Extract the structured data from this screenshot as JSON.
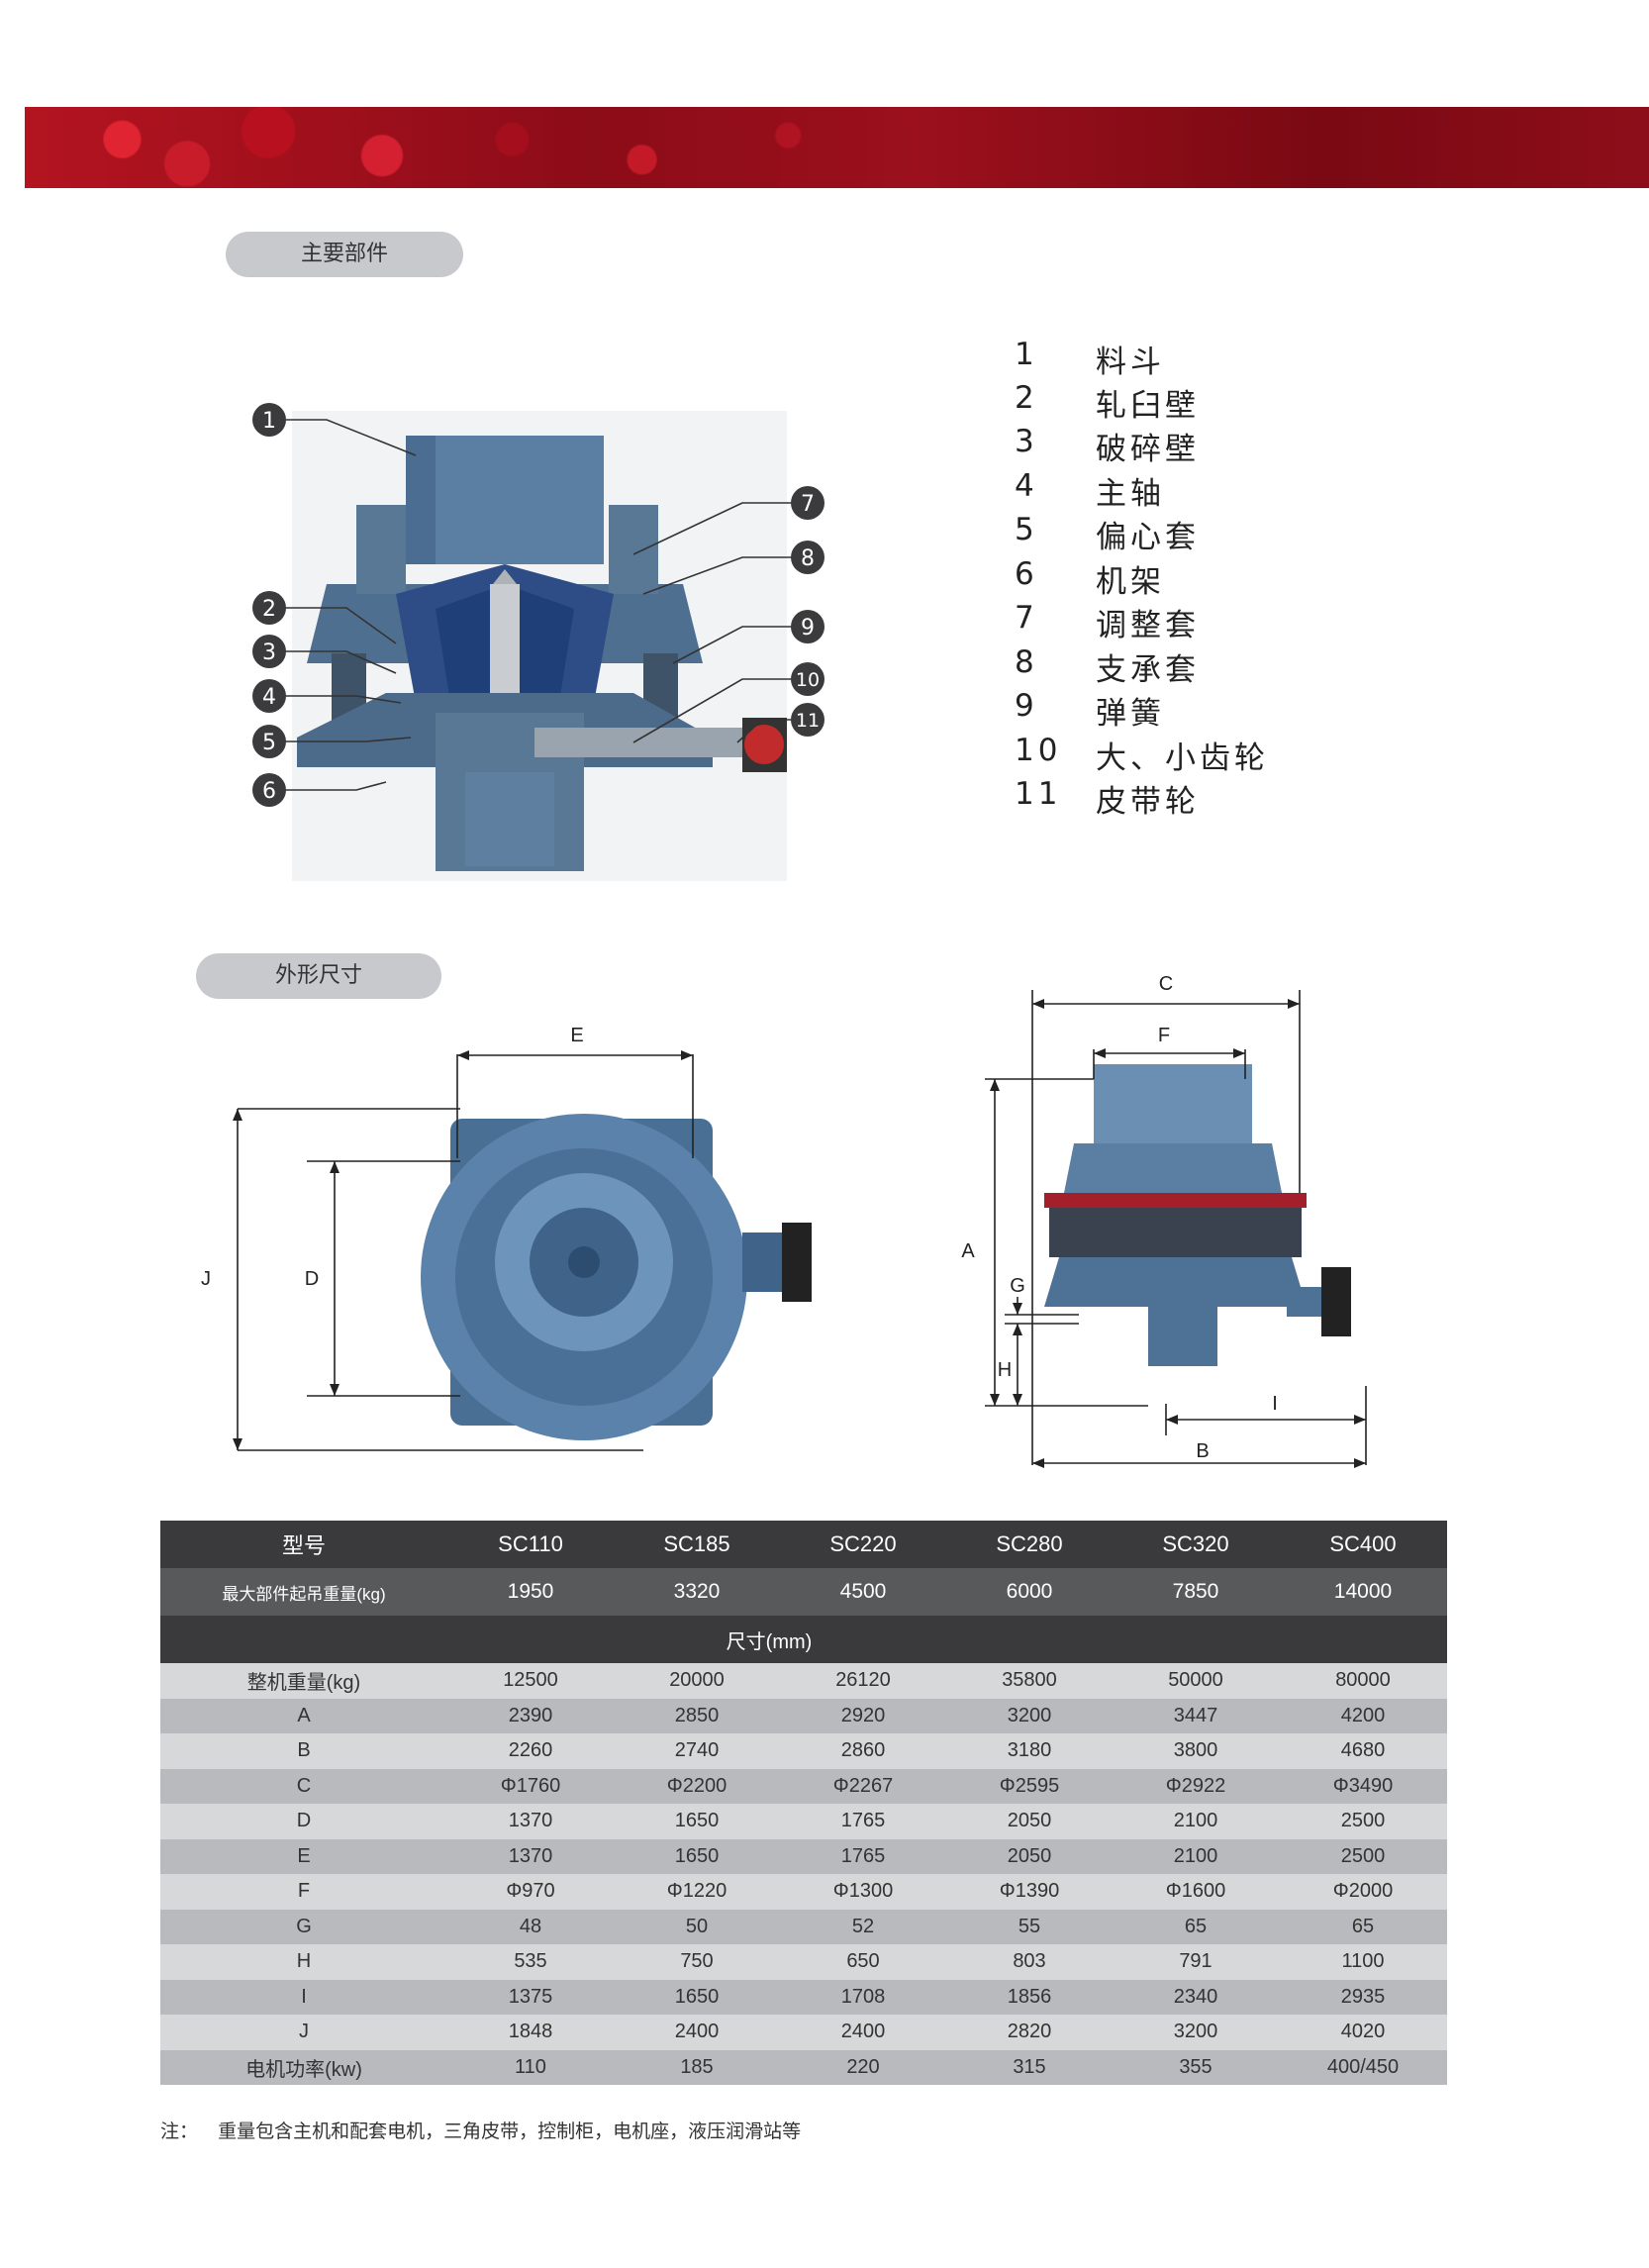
{
  "sections": {
    "components_title": "主要部件",
    "dimensions_title": "外形尺寸"
  },
  "parts": [
    {
      "num": "1",
      "name": "料斗"
    },
    {
      "num": "2",
      "name": "轧臼壁"
    },
    {
      "num": "3",
      "name": "破碎壁"
    },
    {
      "num": "4",
      "name": "主轴"
    },
    {
      "num": "5",
      "name": "偏心套"
    },
    {
      "num": "6",
      "name": "机架"
    },
    {
      "num": "7",
      "name": "调整套"
    },
    {
      "num": "8",
      "name": "支承套"
    },
    {
      "num": "9",
      "name": "弹簧"
    },
    {
      "num": "10",
      "name": "大、小齿轮"
    },
    {
      "num": "11",
      "name": "皮带轮"
    }
  ],
  "dimension_labels": {
    "top_view": {
      "E": "E",
      "J": "J",
      "D": "D"
    },
    "side_view": {
      "C": "C",
      "F": "F",
      "A": "A",
      "G": "G",
      "H": "H",
      "I": "I",
      "B": "B"
    }
  },
  "table": {
    "model_label": "型号",
    "models": [
      "SC110",
      "SC185",
      "SC220",
      "SC280",
      "SC320",
      "SC400"
    ],
    "lift_label": "最大部件起吊重量(kg)",
    "lift_values": [
      "1950",
      "3320",
      "4500",
      "6000",
      "7850",
      "14000"
    ],
    "size_heading": "尺寸(mm)",
    "rows": [
      {
        "label": "整机重量(kg)",
        "values": [
          "12500",
          "20000",
          "26120",
          "35800",
          "50000",
          "80000"
        ]
      },
      {
        "label": "A",
        "values": [
          "2390",
          "2850",
          "2920",
          "3200",
          "3447",
          "4200"
        ]
      },
      {
        "label": "B",
        "values": [
          "2260",
          "2740",
          "2860",
          "3180",
          "3800",
          "4680"
        ]
      },
      {
        "label": "C",
        "values": [
          "Φ1760",
          "Φ2200",
          "Φ2267",
          "Φ2595",
          "Φ2922",
          "Φ3490"
        ]
      },
      {
        "label": "D",
        "values": [
          "1370",
          "1650",
          "1765",
          "2050",
          "2100",
          "2500"
        ]
      },
      {
        "label": "E",
        "values": [
          "1370",
          "1650",
          "1765",
          "2050",
          "2100",
          "2500"
        ]
      },
      {
        "label": "F",
        "values": [
          "Φ970",
          "Φ1220",
          "Φ1300",
          "Φ1390",
          "Φ1600",
          "Φ2000"
        ]
      },
      {
        "label": "G",
        "values": [
          "48",
          "50",
          "52",
          "55",
          "65",
          "65"
        ]
      },
      {
        "label": "H",
        "values": [
          "535",
          "750",
          "650",
          "803",
          "791",
          "1100"
        ]
      },
      {
        "label": "I",
        "values": [
          "1375",
          "1650",
          "1708",
          "1856",
          "2340",
          "2935"
        ]
      },
      {
        "label": "J",
        "values": [
          "1848",
          "2400",
          "2400",
          "2820",
          "3200",
          "4020"
        ]
      },
      {
        "label": "电机功率(kw)",
        "values": [
          "110",
          "185",
          "220",
          "315",
          "355",
          "400/450"
        ]
      }
    ]
  },
  "note": {
    "prefix": "注：",
    "text": "重量包含主机和配套电机，三角皮带，控制柜，电机座，液压润滑站等"
  }
}
